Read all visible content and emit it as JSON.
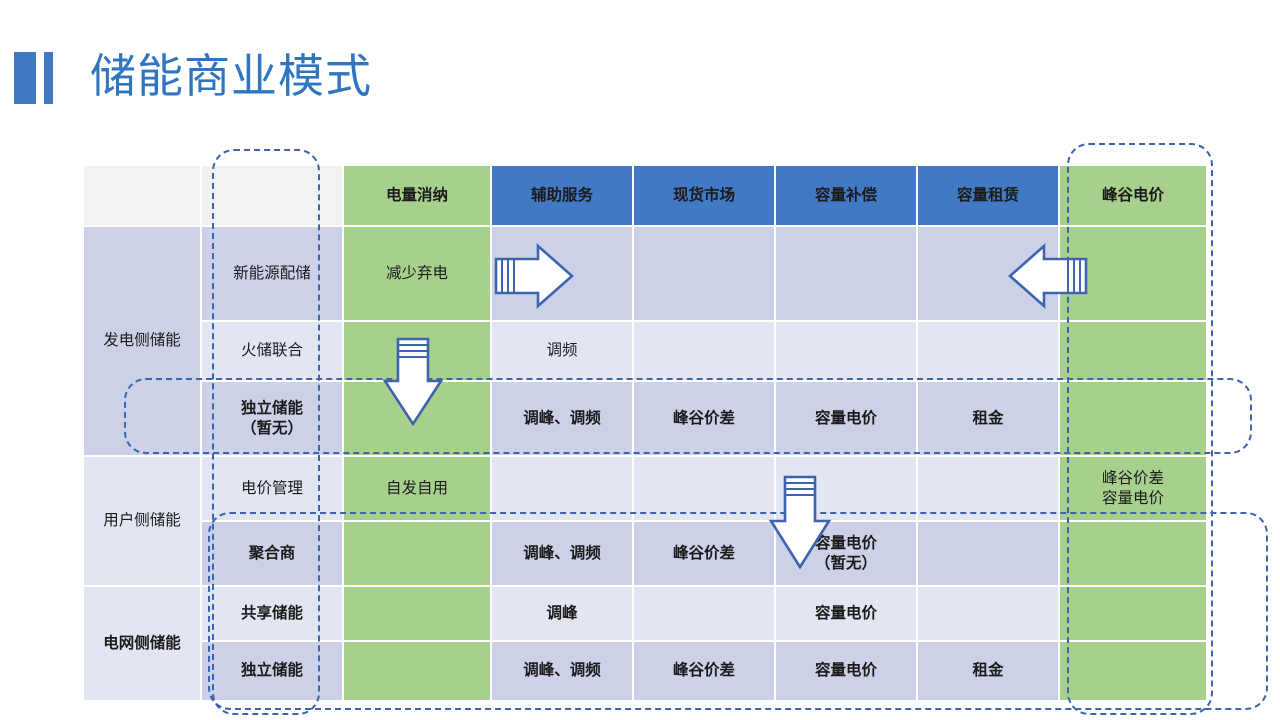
{
  "slide": {
    "title": "储能商业模式",
    "accent_blue": "#4179c5",
    "title_color": "#2f75c0",
    "green": "#a8d08d",
    "band_dark": "#ccd1e8",
    "band_light": "#e2e6f2",
    "dash_color": "#3d64ad"
  },
  "table": {
    "header": {
      "blank1": "",
      "blank2": "",
      "columns": [
        {
          "label": "电量消纳",
          "style": "green"
        },
        {
          "label": "辅助服务",
          "style": "blue"
        },
        {
          "label": "现货市场",
          "style": "blue"
        },
        {
          "label": "容量补偿",
          "style": "blue"
        },
        {
          "label": "容量租赁",
          "style": "blue"
        },
        {
          "label": "峰谷电价",
          "style": "green"
        }
      ]
    },
    "groups": [
      {
        "label": "发电侧储能",
        "rows": 3
      },
      {
        "label": "用户侧储能",
        "rows": 2
      },
      {
        "label": "电网侧储能",
        "rows": 3
      }
    ],
    "rows": [
      {
        "sub": "新能源配储",
        "sub_bold": false,
        "cells": [
          "减少弃电",
          "",
          "",
          "",
          "",
          ""
        ]
      },
      {
        "sub": "火储联合",
        "sub_bold": false,
        "cells": [
          "",
          "调频",
          "",
          "",
          "",
          ""
        ]
      },
      {
        "sub": "独立储能\n（暂无）",
        "sub_bold": true,
        "cells": [
          "",
          "调峰、调频",
          "峰谷价差",
          "容量电价",
          "租金",
          ""
        ]
      },
      {
        "sub": "电价管理",
        "sub_bold": false,
        "cells": [
          "自发自用",
          "",
          "",
          "",
          "",
          "峰谷价差\n容量电价"
        ]
      },
      {
        "sub": "聚合商",
        "sub_bold": true,
        "cells": [
          "",
          "调峰、调频",
          "峰谷价差",
          "容量电价\n（暂无）",
          "",
          ""
        ]
      },
      {
        "sub": "共享储能",
        "sub_bold": true,
        "cells": [
          "",
          "调峰",
          "",
          "容量电价",
          "",
          ""
        ]
      },
      {
        "sub": "独立储能",
        "sub_bold": true,
        "cells": [
          "",
          "调峰、调频",
          "峰谷价差",
          "容量电价",
          "租金",
          ""
        ]
      }
    ]
  },
  "annotations": {
    "box_independent_storage": "独立储能行 虚线框",
    "box_grid_side": "聚合商至独立储能 虚线框",
    "box_column_energy": "电量消纳列 虚线框",
    "box_column_peak_price": "峰谷电价列 虚线框",
    "arrows": [
      {
        "name": "arrow-right",
        "direction": "right"
      },
      {
        "name": "arrow-left",
        "direction": "left"
      },
      {
        "name": "arrow-down-energy",
        "direction": "down"
      },
      {
        "name": "arrow-down-capacity",
        "direction": "down"
      }
    ]
  }
}
